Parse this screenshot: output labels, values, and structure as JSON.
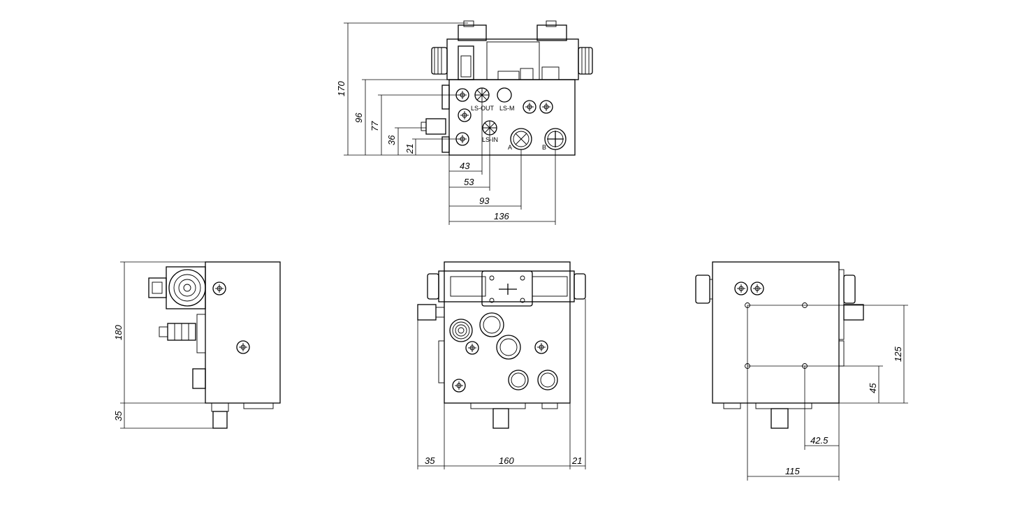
{
  "top_view": {
    "ports": {
      "ls_out": "LS-OUT",
      "ls_m": "LS-M",
      "ls_in": "LS-IN",
      "a": "A",
      "b": "B"
    },
    "dims": {
      "h170": "170",
      "h96": "96",
      "h77": "77",
      "h36": "36",
      "h21": "21",
      "w43": "43",
      "w53": "53",
      "w93": "93",
      "w136": "136"
    }
  },
  "left_view": {
    "dims": {
      "h180": "180",
      "h35": "35"
    }
  },
  "front_view": {
    "dims": {
      "w35": "35",
      "w160": "160",
      "w21": "21"
    }
  },
  "right_view": {
    "dims": {
      "h125": "125",
      "h45": "45",
      "w42_5": "42.5",
      "w115": "115"
    }
  }
}
